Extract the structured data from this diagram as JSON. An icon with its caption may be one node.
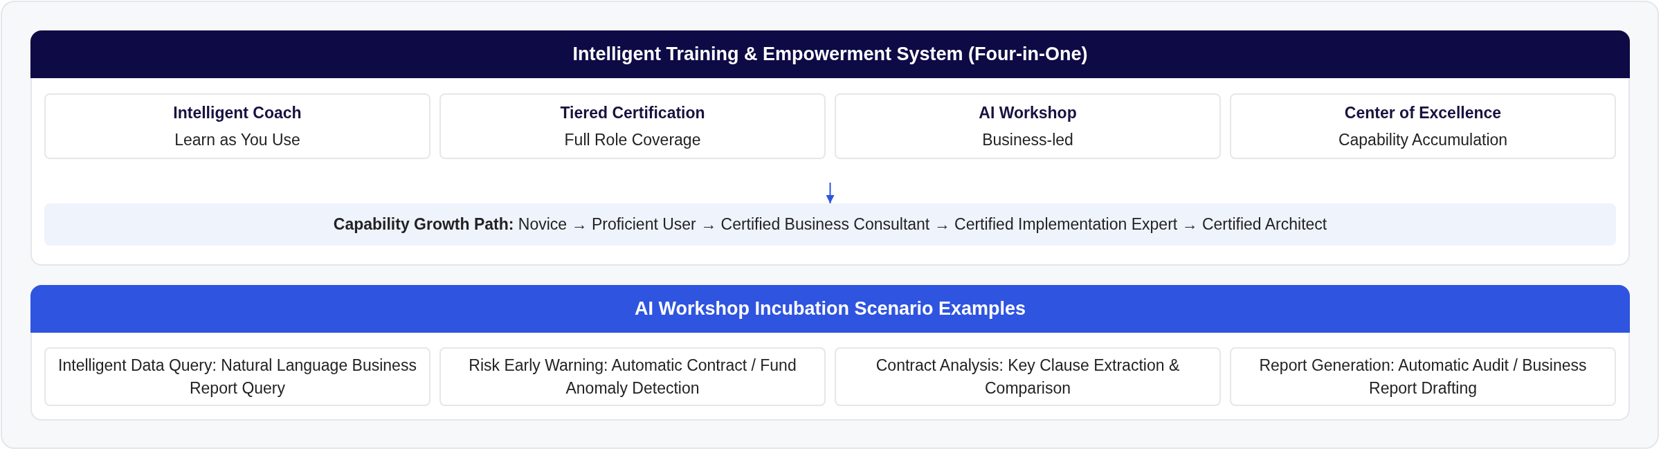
{
  "diagram": {
    "nodes": [
      {
        "text": [
          "Intelligent Training & Empowerment System (Four-in-One)"
        ]
      },
      {
        "text": [
          "Intelligent Coach",
          "Learn as You Use"
        ],
        "in": 0
      },
      {
        "text": [
          "Tiered Certification",
          "Full Role Coverage"
        ],
        "in": 0
      },
      {
        "text": [
          "AI Workshop",
          "Business-led"
        ],
        "in": 0
      },
      {
        "text": [
          "Center of Excellence",
          "Capability Accumulation"
        ],
        "in": 0
      },
      {
        "text": [
          "**Capability Growth Path:** Novice → Proficient User → Certified Business Consultant → Certified Implementation Expert → Certified Architect"
        ],
        "in": 0
      },
      {
        "text": [
          "AI Workshop Incubation Scenario Examples"
        ]
      },
      {
        "text": [
          "Intelligent Data Query: Natural Language Business Report Query"
        ],
        "in": 6
      },
      {
        "text": [
          "Risk Early Warning: Automatic Contract / Fund Anomaly Detection"
        ],
        "in": 6
      },
      {
        "text": [
          "Contract Analysis: Key Clause Extraction & Comparison"
        ],
        "in": 6
      },
      {
        "text": [
          "Report Generation: Automatic Audit / Business Report Drafting"
        ],
        "in": 6
      }
    ],
    "edges": [
      {
        "from": null,
        "to": 5,
        "arrow": "to"
      }
    ]
  }
}
